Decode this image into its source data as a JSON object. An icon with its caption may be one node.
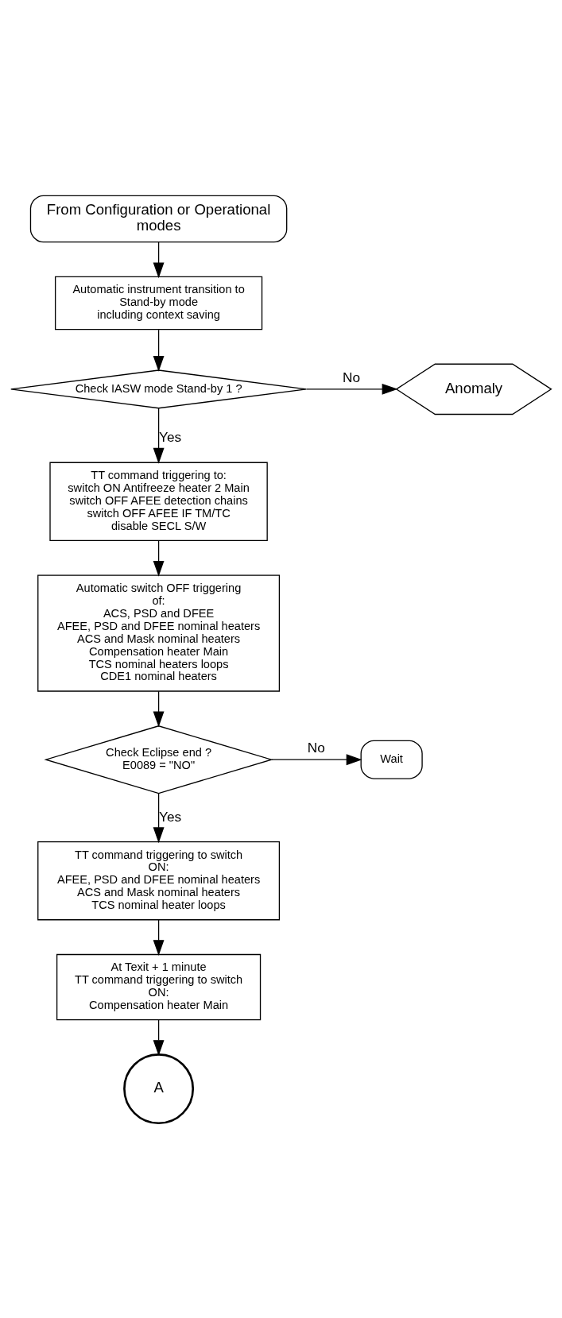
{
  "diagram": {
    "nodes": [
      {
        "text": [
          "From Configuration or Operational modes"
        ]
      },
      {
        "text": [
          "Automatic instrument transition to Stand-by mode",
          "including context saving"
        ]
      },
      {
        "text": [
          "Check IASW mode Stand-by 1 ?"
        ]
      },
      {
        "text": [
          "Anomaly"
        ]
      },
      {
        "text": [
          "TT command triggering to:",
          "switch ON Antifreeze heater 2 Main",
          "switch OFF AFEE detection chains",
          "switch OFF AFEE IF TM/TC",
          "disable SECL S/W"
        ]
      },
      {
        "text": [
          "Automatic switch OFF triggering of:",
          "ACS, PSD and DFEE",
          "AFEE, PSD and DFEE nominal heaters",
          "ACS and Mask nominal heaters",
          "Compensation heater Main",
          "TCS nominal heaters loops",
          "CDE1 nominal heaters"
        ]
      },
      {
        "text": [
          "Check Eclipse end ?",
          "E0089 = \"NO\""
        ]
      },
      {
        "text": [
          "Wait"
        ]
      },
      {
        "text": [
          "TT command triggering to switch ON:",
          "AFEE, PSD and DFEE nominal heaters",
          "ACS and Mask nominal heaters",
          "TCS nominal heater loops"
        ]
      },
      {
        "text": [
          "At Texit + 1 minute",
          "TT command triggering to switch ON:",
          "Compensation heater Main"
        ]
      },
      {
        "text": [
          "A"
        ]
      }
    ],
    "edges": [
      {
        "from": 0,
        "to": 1,
        "arrow": "to"
      },
      {
        "from": 1,
        "to": 2,
        "arrow": "to"
      },
      {
        "from": 2,
        "to": 3,
        "arrow": "to",
        "label": "No"
      },
      {
        "from": 2,
        "to": 4,
        "arrow": "to",
        "label": "Yes"
      },
      {
        "from": 4,
        "to": 5,
        "arrow": "to"
      },
      {
        "from": 5,
        "to": 6,
        "arrow": "to"
      },
      {
        "from": 6,
        "to": 7,
        "arrow": "to",
        "label": "No"
      },
      {
        "from": 6,
        "to": 8,
        "arrow": "to",
        "label": "Yes"
      },
      {
        "from": 8,
        "to": 9,
        "arrow": "to"
      },
      {
        "from": 9,
        "to": 10,
        "arrow": "to"
      }
    ]
  }
}
